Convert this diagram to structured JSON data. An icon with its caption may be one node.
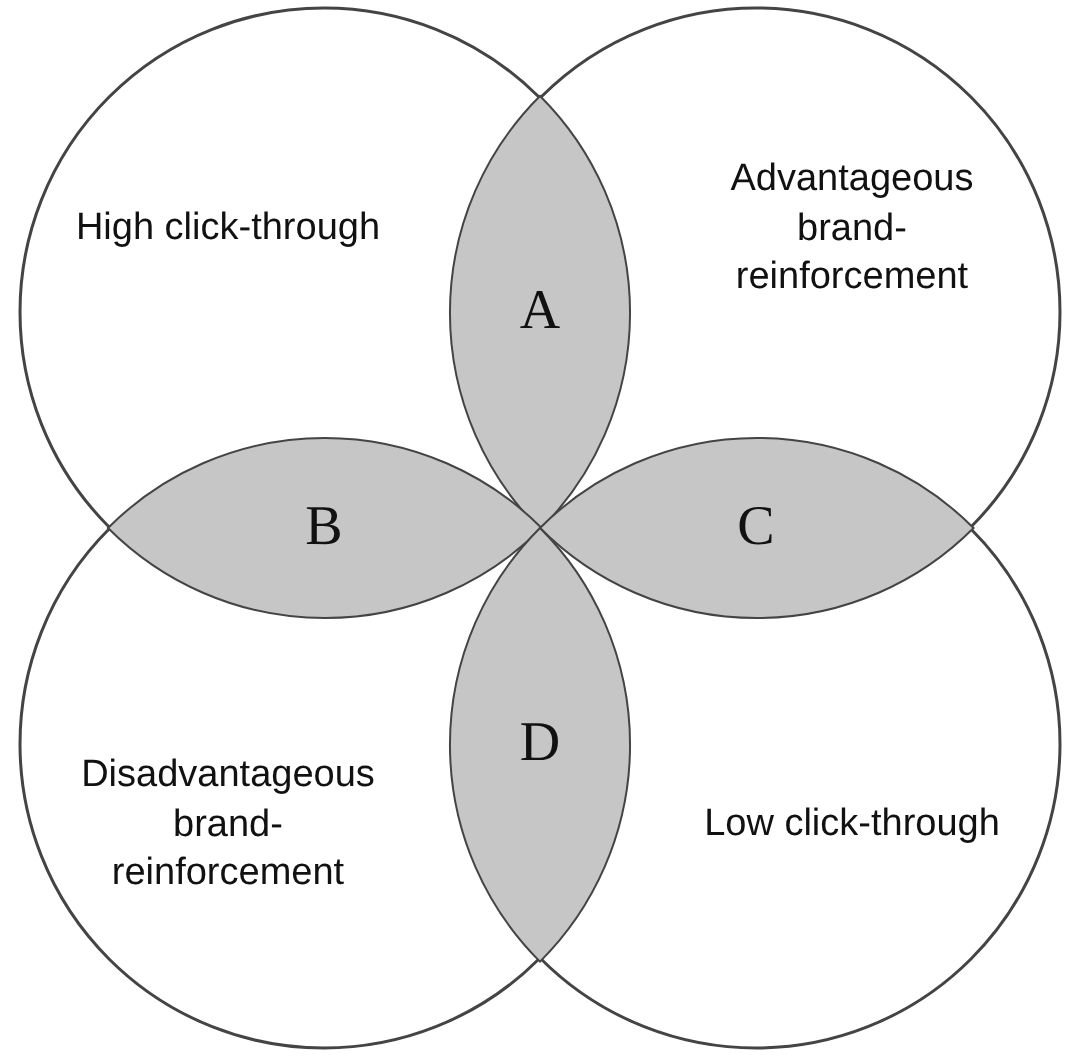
{
  "diagram": {
    "nodes": [
      {
        "text": [
          "High click-through"
        ]
      },
      {
        "text": [
          "A"
        ]
      },
      {
        "text": [
          "Advantageous brand-reinforcement"
        ]
      },
      {
        "text": [
          "B"
        ]
      },
      {
        "text": [
          "C"
        ]
      },
      {
        "text": [
          "Disadvantageous brand-reinforcement"
        ]
      },
      {
        "text": [
          "D"
        ]
      },
      {
        "text": [
          "Low click-through"
        ]
      }
    ]
  }
}
